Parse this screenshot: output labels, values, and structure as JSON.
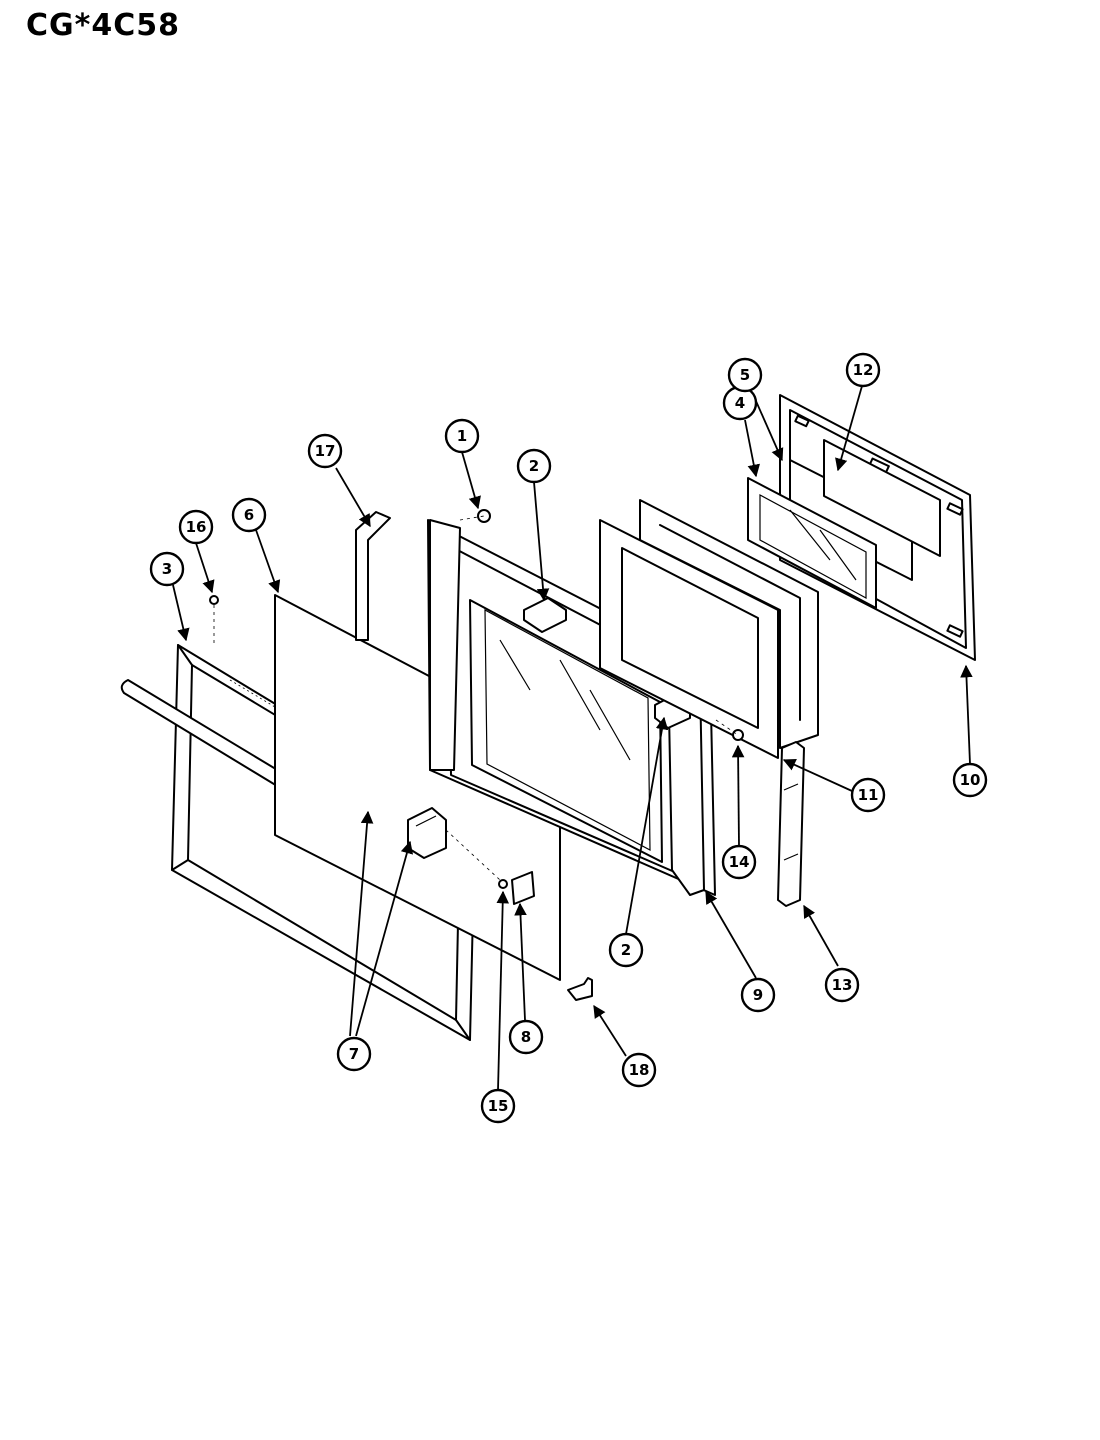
{
  "header": {
    "model_number": "CG*4C58"
  },
  "callouts": [
    {
      "label": "1"
    },
    {
      "label": "2"
    },
    {
      "label": "2"
    },
    {
      "label": "3"
    },
    {
      "label": "4"
    },
    {
      "label": "5"
    },
    {
      "label": "6"
    },
    {
      "label": "7"
    },
    {
      "label": "8"
    },
    {
      "label": "9"
    },
    {
      "label": "10"
    },
    {
      "label": "11"
    },
    {
      "label": "12"
    },
    {
      "label": "13"
    },
    {
      "label": "14"
    },
    {
      "label": "15"
    },
    {
      "label": "16"
    },
    {
      "label": "17"
    },
    {
      "label": "18"
    }
  ]
}
